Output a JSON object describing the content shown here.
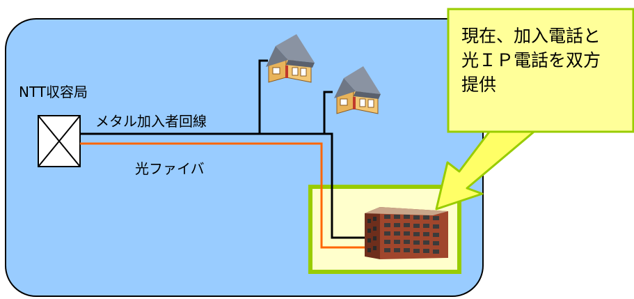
{
  "labels": {
    "station": "NTT収容局",
    "metal_line": "メタル加入者回線",
    "fiber": "光ファイバ"
  },
  "callout": {
    "lines": [
      "現在、加入電話と",
      "光ＩＰ電話を双方",
      "提供"
    ]
  },
  "colors": {
    "area_fill": "#99ccff",
    "metal_line": "#000000",
    "fiber_line": "#ff6600",
    "callout_fill": "#ffff99",
    "callout_border": "#99cc00",
    "highlight_fill": "#ffffcc",
    "highlight_border": "#99cc00",
    "arrow_fill": "#ffff66"
  }
}
